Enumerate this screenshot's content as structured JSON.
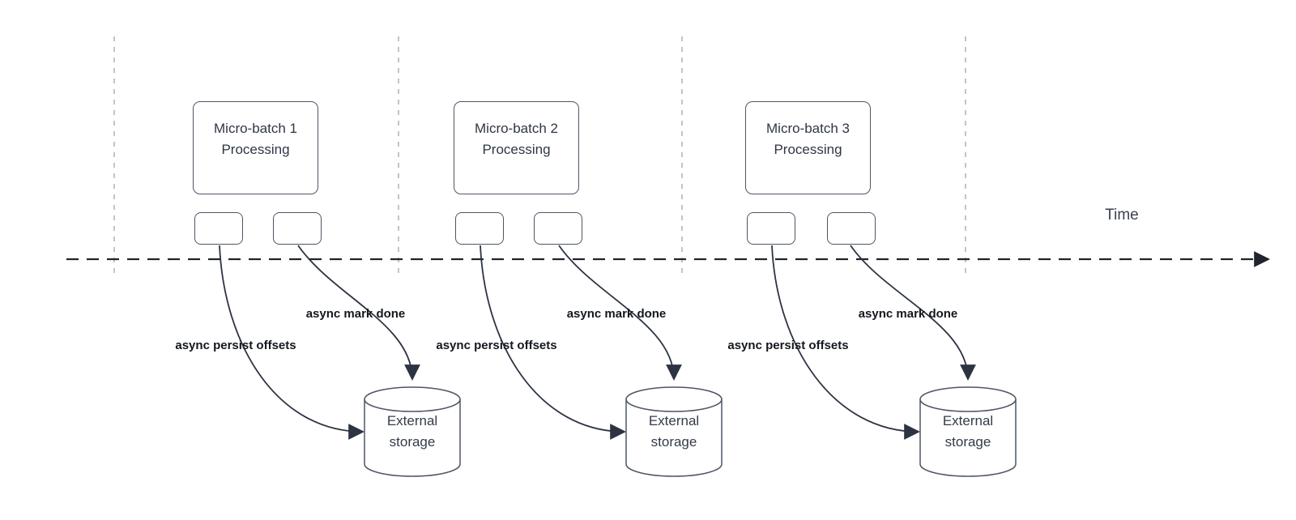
{
  "diagram": {
    "title_hint": "micro-batch stream processing timeline",
    "time_axis": {
      "label": "Time"
    },
    "batches": [
      {
        "title": "Micro-batch 1 Processing",
        "persist_label": "async persist offsets",
        "done_label": "async mark done",
        "storage_label": "External storage"
      },
      {
        "title": "Micro-batch 2 Processing",
        "persist_label": "async persist offsets",
        "done_label": "async mark done",
        "storage_label": "External storage"
      },
      {
        "title": "Micro-batch 3 Processing",
        "persist_label": "async persist offsets",
        "done_label": "async mark done",
        "storage_label": "External storage"
      }
    ],
    "colors": {
      "background": "#ffffff",
      "node_border": "#4d5666",
      "node_text": "#2f3744",
      "arrow_stroke": "#2c3342",
      "bold_label_text": "#13171f",
      "timeline_stroke": "#20242c",
      "guide_line": "#b1b1b1"
    }
  }
}
